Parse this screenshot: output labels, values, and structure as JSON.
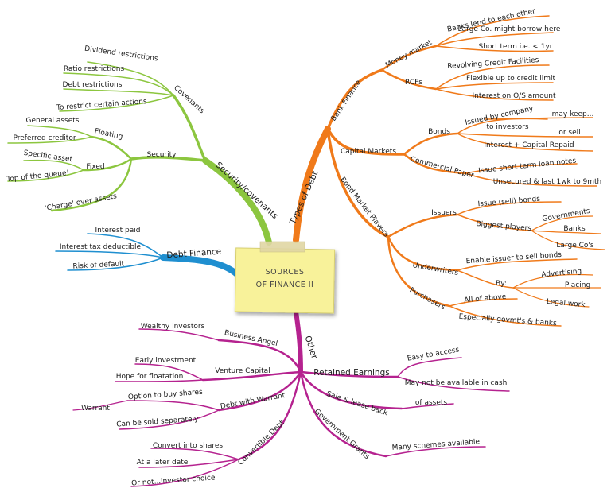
{
  "center": {
    "line1": "SOURCES",
    "line2": "OF FINANCE II"
  },
  "colors": {
    "orange": "#f07a1a",
    "green": "#8cc63f",
    "blue": "#1f8fd0",
    "magenta": "#b5228f",
    "note": "#f8f29a",
    "tape": "#e0d6a4"
  },
  "branches": {
    "types_of_debt": {
      "label": "Types of Debt",
      "bank_finance": {
        "label": "Bank Finance",
        "money_market": {
          "label": "Money market",
          "items": [
            "Banks lend to each other",
            "Large Co. might borrow here",
            "Short term i.e. < 1yr"
          ]
        },
        "rcfs": {
          "label": "RCFs",
          "items": [
            "Revolving Credit Facilities",
            "Flexible up to credit limit",
            "Interest on O/S amount"
          ]
        }
      },
      "capital_markets": {
        "label": "Capital Markets",
        "bonds": {
          "label": "Bonds",
          "issued": "Issued by company",
          "to_investors": "to investors",
          "may_keep": "may keep...",
          "or_sell": "or sell",
          "interest": "Interest + Capital Repaid"
        },
        "cp": {
          "label": "Commercial Paper",
          "items": [
            "Issue short term loan notes",
            "Unsecured & last 1wk to 9mth"
          ]
        }
      },
      "bond_market_players": {
        "label": "Bond Market Players",
        "issuers": {
          "label": "Issuers",
          "issue": "Issue (sell) bonds",
          "biggest": "Biggest players",
          "governments": "Governments",
          "banks": "Banks",
          "large_cos": "Large Co's"
        },
        "underwriters": {
          "label": "Underwriters",
          "enable": "Enable issuer to sell bonds",
          "by": "By:",
          "advertising": "Advertising",
          "placing": "Placing",
          "legal": "Legal work"
        },
        "purchasers": {
          "label": "Purchasers",
          "all": "All of above",
          "especially": "Especially govmt's & banks"
        }
      }
    },
    "security_covenants": {
      "label": "Security/covenants",
      "covenants": {
        "label": "Covenants",
        "items": [
          "Dividend restrictions",
          "Ratio restrictions",
          "Debt restrictions",
          "To restrict certain actions"
        ]
      },
      "security": {
        "label": "Security",
        "floating": {
          "label": "Floating",
          "items": [
            "General assets",
            "Preferred creditor"
          ]
        },
        "fixed": {
          "label": "Fixed",
          "items": [
            "Specific asset",
            "Top of the queue!"
          ]
        },
        "charge": "'Charge' over assets"
      }
    },
    "debt_finance": {
      "label": "Debt Finance",
      "items": [
        "Interest paid",
        "Interest tax deductible",
        "Risk of default"
      ]
    },
    "other": {
      "label": "Other",
      "business_angel": {
        "label": "Business Angel",
        "items": [
          "Wealthy investors"
        ]
      },
      "venture_capital": {
        "label": "Venture Capital",
        "items": [
          "Early investment",
          "Hope for floatation"
        ]
      },
      "debt_with_warrant": {
        "label": "Debt with Warrant",
        "option": "Option to buy shares",
        "warrant": "Warrant",
        "sold": "Can be sold separately"
      },
      "convertible_debt": {
        "label": "Convertible Debt",
        "items": [
          "Convert into shares",
          "At a later date",
          "Or not...investor choice"
        ]
      },
      "retained_earnings": {
        "label": "Retained Earnings",
        "items": [
          "Easy to access",
          "May not be available in cash"
        ]
      },
      "sale_lease_back": {
        "label": "Sale & lease back",
        "items": [
          "of assets"
        ]
      },
      "government_grants": {
        "label": "Government Grants",
        "items": [
          "Many schemes available"
        ]
      }
    }
  }
}
